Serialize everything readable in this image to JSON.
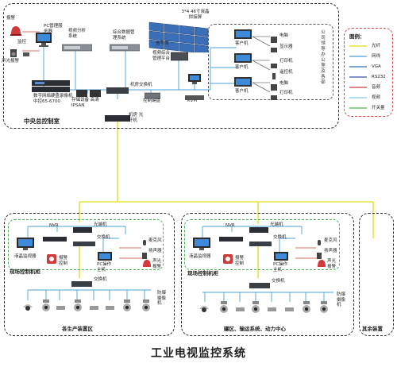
{
  "title": "工业电视监控系统",
  "central": {
    "label": "中央总控制室",
    "video_wall": "3*4 46寸液晶拼接屏",
    "pc_mgmt": "PC管理服务器",
    "recording_server": "视频分析系统",
    "decoder_server": "综合数据管理系统",
    "storage": "存储设备 高清IPSAN",
    "nvr_main": "数字网络硬盘录像机 中控65-6700",
    "switch": "机房交换机",
    "optical": "机房 光纤机",
    "keyboard": "控制键盘",
    "kvm": "KVM",
    "decoder": "视频综合管理平台",
    "gateway": "信号流",
    "alarm": "报警",
    "siren": "声光报警",
    "camera_dome": "监控",
    "vf": "显示器",
    "offices": "公司领导办公室及各部",
    "office_items": [
      "客户机",
      "客户机",
      "客户机",
      "电脑",
      "打印机",
      "电脑",
      "遥控机"
    ],
    "office_side": [
      "电脑",
      "显示器",
      "打印机",
      "遥控机"
    ]
  },
  "legend": {
    "title": "图例：",
    "items": [
      {
        "name": "光纤",
        "color": "#e8e23a"
      },
      {
        "name": "网线",
        "color": "#4aa0d8"
      },
      {
        "name": "VGA",
        "color": "#2a6fb8"
      },
      {
        "name": "RS232",
        "color": "#3c4fb0"
      },
      {
        "name": "音频",
        "color": "#d23a3a"
      },
      {
        "name": "视频",
        "color": "#88c8e8"
      },
      {
        "name": "开关量",
        "color": "#48b048"
      }
    ]
  },
  "site1": {
    "label": "现场控制机柜",
    "area": "各生产装置区",
    "nvr": "NVR",
    "optical": "光端机",
    "switch": "交换机",
    "monitor": "液晶监视器",
    "alarm_ctrl": "报警控制",
    "pc": "PC操作主机",
    "speaker": "扬声器",
    "mic": "麦克风",
    "siren": "声光报警",
    "switch2": "交换机",
    "cam_last": "防爆摄像机"
  },
  "site2": {
    "label": "现场控制机柜",
    "area": "罐区、输运系统、动力中心",
    "nvr": "NVR",
    "optical": "光端机",
    "switch": "交换机",
    "monitor": "液晶监视器",
    "alarm_ctrl": "报警控制",
    "pc": "PC操作主机",
    "speaker": "扬声器",
    "mic": "麦克风",
    "siren": "声光报警",
    "switch2": "交换机",
    "cam_last": "防爆摄像机"
  },
  "site3": {
    "area": "其余装置"
  }
}
